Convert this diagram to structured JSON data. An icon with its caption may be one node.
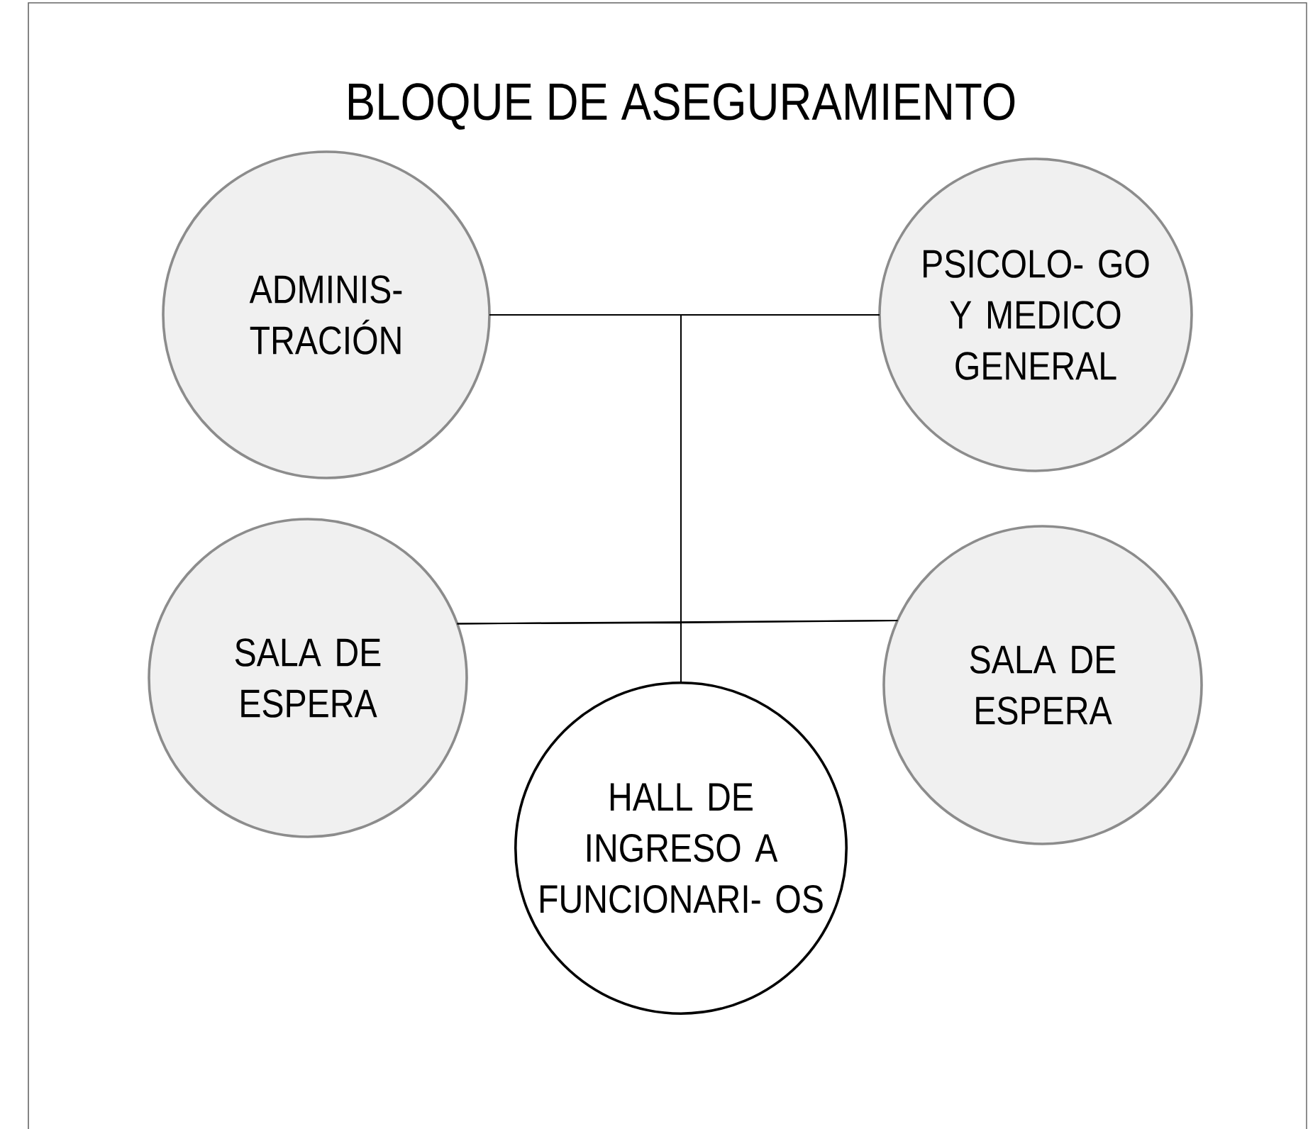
{
  "diagram": {
    "title": "BLOQUE DE ASEGURAMIENTO",
    "nodes": [
      {
        "text": [
          "ADMINIS- TRACIÓN"
        ]
      },
      {
        "text": [
          "PSICOLO- GO Y MEDICO GENERAL"
        ]
      },
      {
        "text": [
          "SALA DE ESPERA"
        ]
      },
      {
        "text": [
          "SALA DE ESPERA"
        ]
      },
      {
        "text": [
          "HALL DE INGRESO A FUNCIONARI- OS"
        ]
      }
    ],
    "edges": [
      {
        "from": 0,
        "to": 1,
        "arrow": "none"
      },
      {
        "from": 2,
        "to": 3,
        "arrow": "none"
      },
      {
        "from": 4,
        "to": 0,
        "arrow": "none"
      },
      {
        "from": 4,
        "to": 1,
        "arrow": "none"
      },
      {
        "from": 4,
        "to": 2,
        "arrow": "none"
      },
      {
        "from": 4,
        "to": 3,
        "arrow": "none"
      }
    ]
  }
}
